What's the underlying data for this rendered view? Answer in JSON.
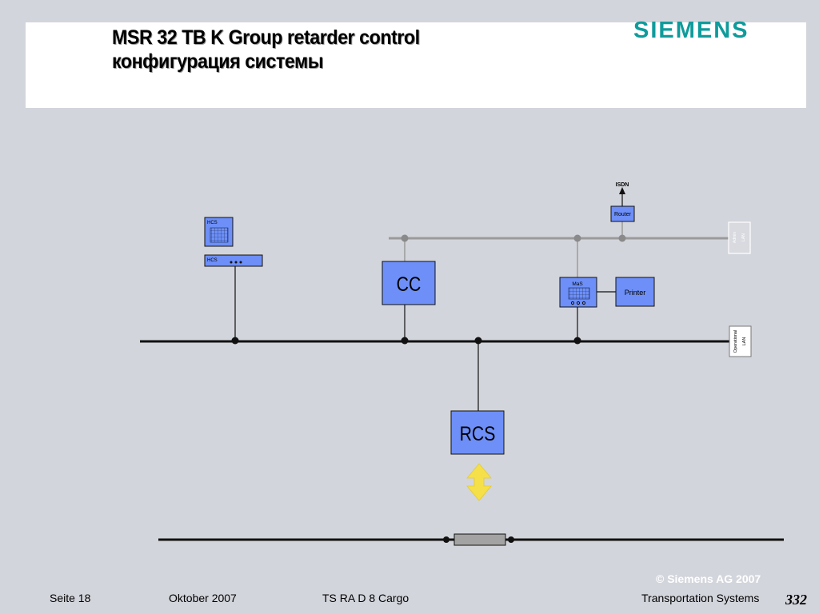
{
  "header": {
    "title_line1": "MSR 32 TB K  Group retarder control",
    "title_line2": "конфигурация системы",
    "logo": "SIEMENS"
  },
  "diagram": {
    "isdn": "ISDN",
    "router": "Router",
    "hcs_monitor": "HCS",
    "hcs_unit": "HCS",
    "cc": "CC",
    "mas": "MaS",
    "printer": "Printer",
    "admin_lan_1": "Admin",
    "admin_lan_2": "LAN",
    "operational_lan_1": "Operational",
    "operational_lan_2": "LAN",
    "rcs": "RCS"
  },
  "footer": {
    "page": "Seite 18",
    "date": "Oktober 2007",
    "doc": "TS RA D 8 Cargo",
    "division": "Transportation Systems",
    "copyright": "© Siemens AG 2007",
    "page_number": "332"
  },
  "colors": {
    "background": "#d3d5dc",
    "box_fill": "#6d8ff7",
    "logo": "#0f9b9b",
    "arrow": "#f5e04a"
  }
}
